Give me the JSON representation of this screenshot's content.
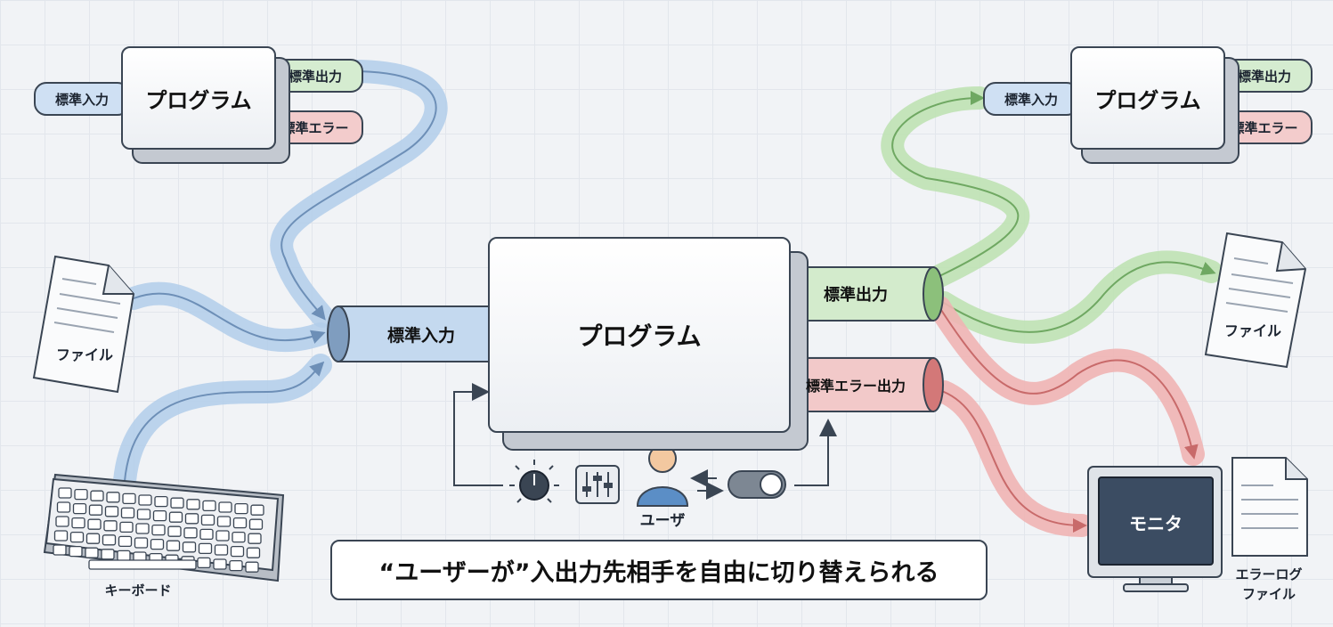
{
  "left_top": {
    "program": "プログラム",
    "stdin": "標準入力",
    "stdout": "標準出力",
    "stderr": "標準エラー"
  },
  "right_top": {
    "program": "プログラム",
    "stdin": "標準入力",
    "stdout": "標準出力",
    "stderr": "標準エラー"
  },
  "center": {
    "program": "プログラム",
    "stdin": "標準入力",
    "stdout": "標準出力",
    "stderr": "標準エラー出力"
  },
  "sources": {
    "file": "ファイル",
    "keyboard": "キーボード"
  },
  "destinations": {
    "file": "ファイル",
    "monitor": "モニタ",
    "error_log_line1": "エラーログ",
    "error_log_line2": "ファイル"
  },
  "user": "ユーザ",
  "caption": "“ユーザーが”入出力先相手を自由に切り替えられる",
  "colors": {
    "stdin_flow": "#a9c6e8",
    "stdout_flow": "#b6dcab",
    "stderr_flow": "#eda7a7",
    "outline": "#3a4553"
  }
}
